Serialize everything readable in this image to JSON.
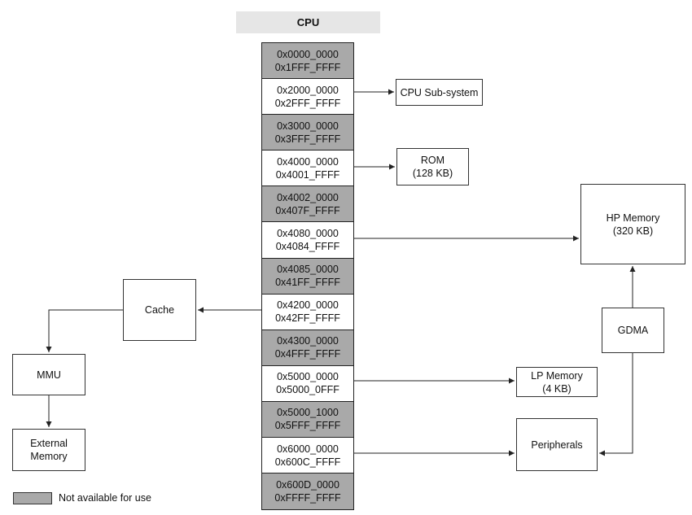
{
  "header": {
    "title": "CPU"
  },
  "memory_map": [
    {
      "start": "0x0000_0000",
      "end": "0x1FFF_FFFF",
      "available": false
    },
    {
      "start": "0x2000_0000",
      "end": "0x2FFF_FFFF",
      "available": true
    },
    {
      "start": "0x3000_0000",
      "end": "0x3FFF_FFFF",
      "available": false
    },
    {
      "start": "0x4000_0000",
      "end": "0x4001_FFFF",
      "available": true
    },
    {
      "start": "0x4002_0000",
      "end": "0x407F_FFFF",
      "available": false
    },
    {
      "start": "0x4080_0000",
      "end": "0x4084_FFFF",
      "available": true
    },
    {
      "start": "0x4085_0000",
      "end": "0x41FF_FFFF",
      "available": false
    },
    {
      "start": "0x4200_0000",
      "end": "0x42FF_FFFF",
      "available": true
    },
    {
      "start": "0x4300_0000",
      "end": "0x4FFF_FFFF",
      "available": false
    },
    {
      "start": "0x5000_0000",
      "end": "0x5000_0FFF",
      "available": true
    },
    {
      "start": "0x5000_1000",
      "end": "0x5FFF_FFFF",
      "available": false
    },
    {
      "start": "0x6000_0000",
      "end": "0x600C_FFFF",
      "available": true
    },
    {
      "start": "0x600D_0000",
      "end": "0xFFFF_FFFF",
      "available": false
    }
  ],
  "blocks": {
    "cpu_subsystem": {
      "line1": "CPU Sub-system"
    },
    "rom": {
      "line1": "ROM",
      "line2": "(128 KB)"
    },
    "hp_memory": {
      "line1": "HP Memory",
      "line2": "(320 KB)"
    },
    "gdma": {
      "line1": "GDMA"
    },
    "cache": {
      "line1": "Cache"
    },
    "mmu": {
      "line1": "MMU"
    },
    "external_memory": {
      "line1": "External",
      "line2": "Memory"
    },
    "lp_memory": {
      "line1": "LP Memory",
      "line2": "(4 KB)"
    },
    "peripherals": {
      "line1": "Peripherals"
    }
  },
  "legend": {
    "label": "Not available for use"
  },
  "colors": {
    "not_available": "#a9a9a9",
    "header_bg": "#e6e6e6",
    "line": "#222222"
  }
}
